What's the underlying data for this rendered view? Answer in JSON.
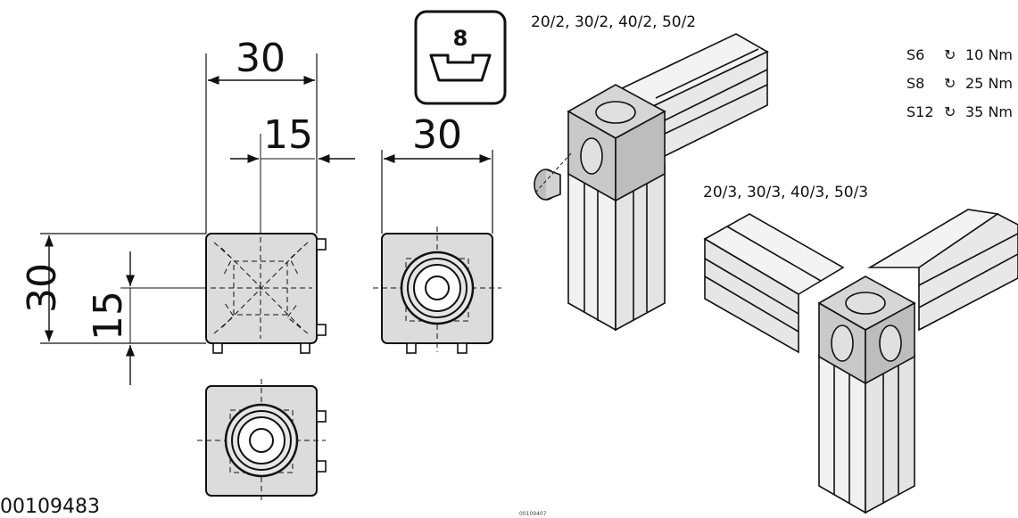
{
  "drawing": {
    "dimensions": {
      "top_width": "30",
      "top_half": "15",
      "side_height": "30",
      "side_half": "15",
      "right_width": "30"
    },
    "slot_badge": "8",
    "article_number": "00109483",
    "small_ref": "00109407",
    "label_two_way": "20/2, 30/2, 40/2, 50/2",
    "label_three_way": "20/3, 30/3, 40/3, 50/3",
    "torque": [
      {
        "screw": "S6",
        "value": "10 Nm"
      },
      {
        "screw": "S8",
        "value": "25 Nm"
      },
      {
        "screw": "S12",
        "value": "35 Nm"
      }
    ],
    "torque_icon": "rotate-clockwise-icon",
    "colors": {
      "part_fill": "#dcdcdc",
      "part_fill_dark": "#bdbdbd",
      "line": "#111111"
    }
  }
}
